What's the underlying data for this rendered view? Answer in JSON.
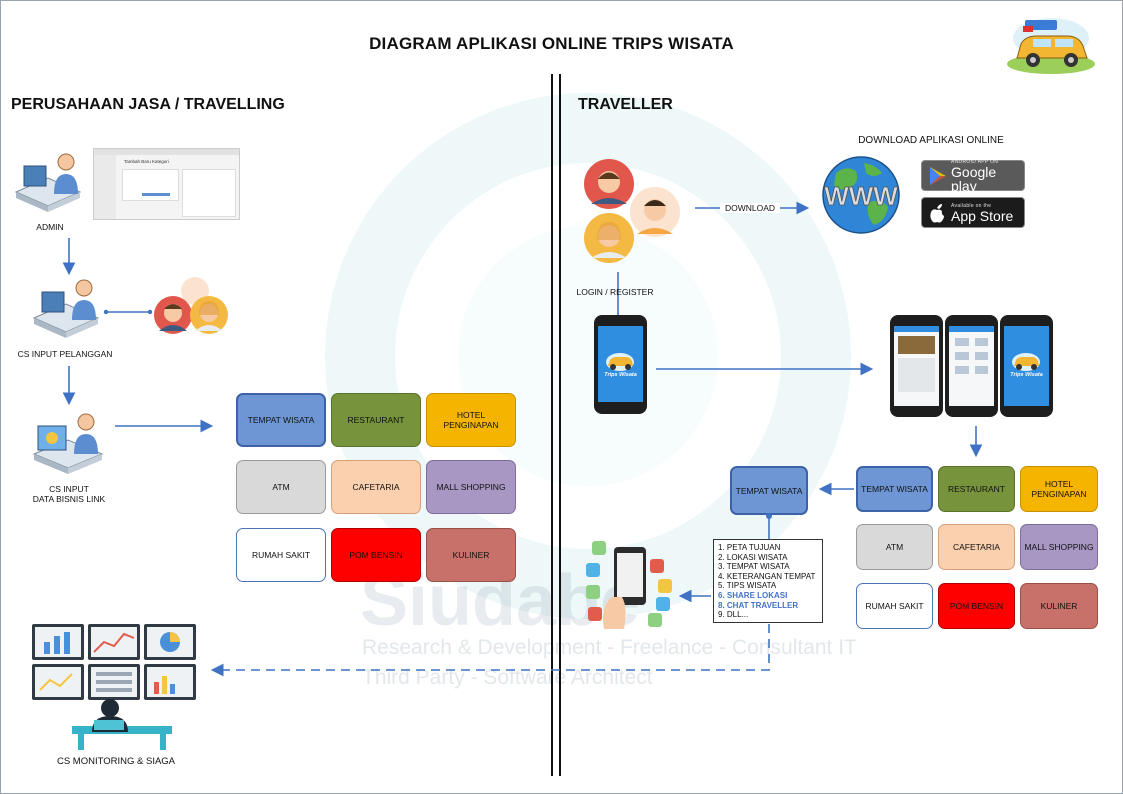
{
  "title": "DIAGRAM APLIKASI ONLINE TRIPS WISATA",
  "left": {
    "heading": "PERUSAHAAN JASA / TRAVELLING",
    "admin_label": "ADMIN",
    "screenshot_title": "Tambah Baru Kategori",
    "cs_input_customer_label": "CS INPUT PELANGGAN",
    "cs_input_business_label": [
      "CS INPUT",
      "DATA BISNIS LINK"
    ],
    "categories": [
      {
        "label": "TEMPAT WISATA",
        "color": "#6e96d4"
      },
      {
        "label": "RESTAURANT",
        "color": "#77943c"
      },
      {
        "label": "HOTEL PENGINAPAN",
        "color": "#f5b400"
      },
      {
        "label": "ATM",
        "color": "#d9d9d9"
      },
      {
        "label": "CAFETARIA",
        "color": "#fad0ae"
      },
      {
        "label": "MALL SHOPPING",
        "color": "#a797c2"
      },
      {
        "label": "RUMAH SAKIT",
        "color": "#ffffff"
      },
      {
        "label": "POM BENSIN",
        "color": "#ff0000"
      },
      {
        "label": "KULINER",
        "color": "#c8706a"
      }
    ],
    "monitoring_label": "CS MONITORING & SIAGA"
  },
  "right": {
    "heading": "TRAVELLER",
    "download_header": "DOWNLOAD APLIKASI ONLINE",
    "download_arrow_label": "DOWNLOAD",
    "www": "WWW",
    "google_play": {
      "small": "ANDROID APP ON",
      "big": "Google play"
    },
    "app_store": {
      "small": "Available on the",
      "big": "App Store"
    },
    "login_label": "LOGIN / REGISTER",
    "app_name": "Trips Wisata",
    "selected_category": "TEMPAT WISATA",
    "categories": [
      {
        "label": "TEMPAT WISATA",
        "color": "#6e96d4"
      },
      {
        "label": "RESTAURANT",
        "color": "#77943c"
      },
      {
        "label": "HOTEL PENGINAPAN",
        "color": "#f5b400"
      },
      {
        "label": "ATM",
        "color": "#d9d9d9"
      },
      {
        "label": "CAFETARIA",
        "color": "#fad0ae"
      },
      {
        "label": "MALL SHOPPING",
        "color": "#a797c2"
      },
      {
        "label": "RUMAH SAKIT",
        "color": "#ffffff"
      },
      {
        "label": "POM BENSIN",
        "color": "#ff0000"
      },
      {
        "label": "KULINER",
        "color": "#c8706a"
      }
    ],
    "features": [
      {
        "text": "1. PETA TUJUAN",
        "highlight": false
      },
      {
        "text": "2. LOKASI WISATA",
        "highlight": false
      },
      {
        "text": "3. TEMPAT WISATA",
        "highlight": false
      },
      {
        "text": "4. KETERANGAN TEMPAT",
        "highlight": false
      },
      {
        "text": "5. TIPS WISATA",
        "highlight": false
      },
      {
        "text": "6. SHARE LOKASI",
        "highlight": true
      },
      {
        "text": "8. CHAT TRAVELLER",
        "highlight": true
      },
      {
        "text": "9. DLL...",
        "highlight": false
      }
    ]
  },
  "watermark": {
    "brand": "Siudabe",
    "line1": "Research & Development - Freelance - Consultant IT",
    "line2": "Third Party - Software Architect"
  }
}
